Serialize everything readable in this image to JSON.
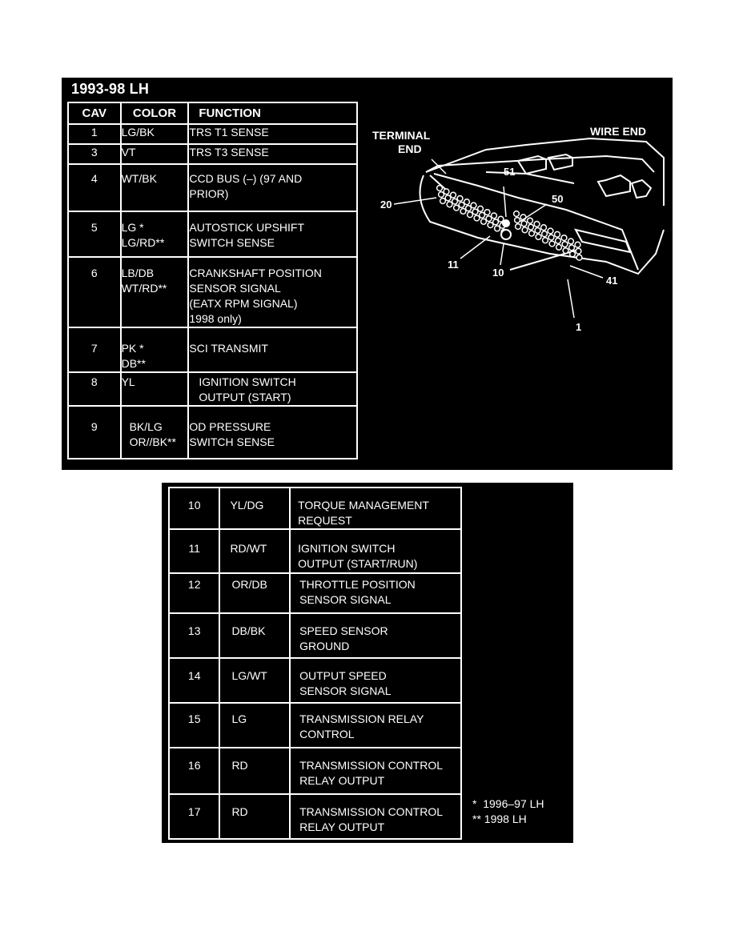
{
  "top": {
    "title": "1993-98 LH",
    "headers": {
      "cav": "CAV",
      "color": "COLOR",
      "function": "FUNCTION"
    },
    "rows": [
      {
        "cav": "1",
        "color": "LG/BK",
        "function": "TRS T1 SENSE"
      },
      {
        "cav": "3",
        "color": "VT",
        "function": "TRS T3  SENSE"
      },
      {
        "cav": "4",
        "color": "WT/BK",
        "function": "CCD BUS (–) (97 AND\nPRIOR)"
      },
      {
        "cav": "5",
        "color": "LG *\nLG/RD**",
        "function": "AUTOSTICK UPSHIFT\nSWITCH SENSE"
      },
      {
        "cav": "6",
        "color": "LB/DB\nWT/RD**",
        "function": "CRANKSHAFT POSITION\nSENSOR SIGNAL\n(EATX RPM SIGNAL)\n1998 only)"
      },
      {
        "cav": "7",
        "color": "PK *\nDB**",
        "function": "SCI TRANSMIT"
      },
      {
        "cav": "8",
        "color": "YL",
        "function": "IGNITION SWITCH\nOUTPUT (START)"
      },
      {
        "cav": "9",
        "color": "BK/LG\nOR//BK**",
        "function": "OD PRESSURE\nSWITCH SENSE"
      }
    ]
  },
  "diagram": {
    "labels": {
      "terminal_end": "TERMINAL\nEND",
      "wire_end": "WIRE END",
      "pin_51": "51",
      "pin_50": "50",
      "pin_20": "20",
      "pin_11": "11",
      "pin_10": "10",
      "pin_41": "41",
      "pin_1": "1"
    }
  },
  "bottom": {
    "rows": [
      {
        "cav": "10",
        "color": "YL/DG",
        "function": "TORQUE MANAGEMENT\nREQUEST"
      },
      {
        "cav": "11",
        "color": "RD/WT",
        "function": "IGNITION SWITCH\nOUTPUT (START/RUN)"
      },
      {
        "cav": "12",
        "color": "OR/DB",
        "function": "THROTTLE POSITION\nSENSOR SIGNAL"
      },
      {
        "cav": "13",
        "color": "DB/BK",
        "function": "SPEED SENSOR\nGROUND"
      },
      {
        "cav": "14",
        "color": "LG/WT",
        "function": "OUTPUT SPEED\nSENSOR SIGNAL"
      },
      {
        "cav": "15",
        "color": "LG",
        "function": "TRANSMISSION RELAY\nCONTROL"
      },
      {
        "cav": "16",
        "color": "RD",
        "function": "TRANSMISSION CONTROL\nRELAY OUTPUT"
      },
      {
        "cav": "17",
        "color": "RD",
        "function": "TRANSMISSION CONTROL\nRELAY OUTPUT"
      }
    ],
    "legend": [
      "*  1996–97 LH",
      "** 1998 LH"
    ]
  }
}
